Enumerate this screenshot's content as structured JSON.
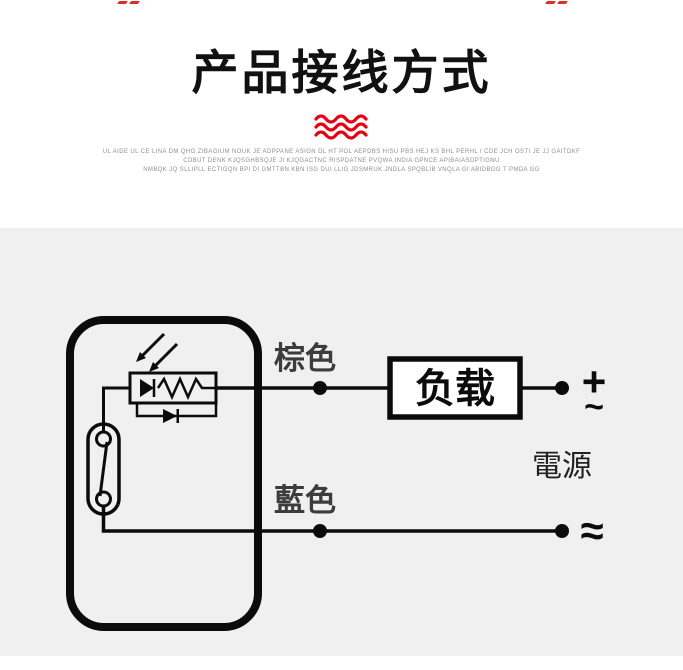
{
  "header": {
    "title": "产品接线方式",
    "fine_print": [
      "UL AIDE UL CE LINA DM QHG ZIBAGIUM NOUK JE ADPPANE ASIGN DL HT POL AEPDBS HISU PBS HEJ KS BHL PERHL I CDE JCH OSTI JE JJ GAITDKF",
      "CDBUT DENK KJQSGHBSQJE JI KJQGACTNC RISPDATNE PVQWA INDIA GPNCE APIBAIASDPTIGNU",
      "NMBQK JQ SLLIPLL ECTIGQN BPI DI GMTTBN KBN ISG DUI LLIG JDSMRUK JNDLA SPQBLIB VNQLA GI ABIDBGG T PMDA GG"
    ]
  },
  "diagram": {
    "brown_label": "棕色",
    "blue_label": "藍色",
    "load_label": "负载",
    "power_label": "電源",
    "terminal_plus": "+",
    "terminal_tilde": "~",
    "terminal_approx": "≈"
  },
  "colors": {
    "accent_red": "#e60012",
    "panel_bg": "#f0f0f0",
    "ink": "#0b0b0b"
  }
}
